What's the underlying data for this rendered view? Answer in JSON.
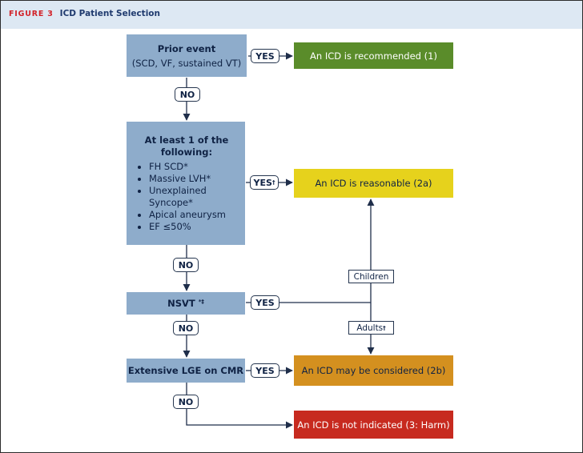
{
  "header": {
    "figure_label": "FIGURE 3",
    "title": "ICD Patient Selection"
  },
  "nodes": {
    "prior_event": {
      "title": "Prior event",
      "subtitle": "(SCD, VF, sustained VT)"
    },
    "risk_factors": {
      "title": "At least 1 of the following:",
      "items": [
        "FH SCD*",
        "Massive LVH*",
        "Unexplained Syncope*",
        "Apical aneurysm",
        "EF ≤50%"
      ]
    },
    "nsvt": {
      "label": "NSVT",
      "marks": "*‡"
    },
    "lge": {
      "label": "Extensive LGE on CMR"
    }
  },
  "outcomes": {
    "recommended": "An ICD is recommended (1)",
    "reasonable": "An ICD is reasonable (2a)",
    "considered": "An ICD may be considered (2b)",
    "not_indicated": "An ICD is not indicated (3: Harm)"
  },
  "edge_labels": {
    "yes_1": "YES",
    "no_1": "NO",
    "yes_2": "YES",
    "yes_2_mark": "†",
    "no_2": "NO",
    "yes_3": "YES",
    "no_3": "NO",
    "yes_4": "YES",
    "no_4": "NO",
    "children": "Children",
    "adults": "Adults",
    "adults_mark": "†"
  },
  "colors": {
    "decision_box": "#8eaccb",
    "recommended": "#5a8c2a",
    "reasonable": "#e6d21c",
    "considered": "#d4901f",
    "not_indicated": "#c72a1f",
    "line": "#1f2e4a",
    "header_band": "#dde8f3",
    "figure_label": "#d2232a"
  }
}
